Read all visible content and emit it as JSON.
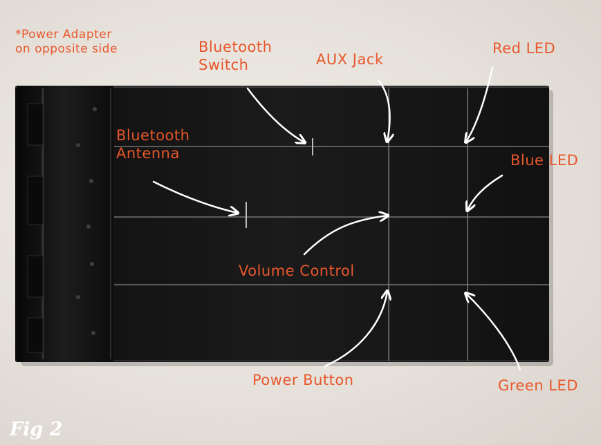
{
  "labels": {
    "power_adapter_line1": "*Power Adapter",
    "power_adapter_line2": "on opposite side",
    "bt_switch_line1": "Bluetooth",
    "bt_switch_line2": "Switch",
    "aux_jack": "AUX Jack",
    "red_led": "Red LED",
    "bt_antenna_line1": "Bluetooth",
    "bt_antenna_line2": "Antenna",
    "blue_led": "Blue LED",
    "volume_control": "Volume Control",
    "power_button": "Power Button",
    "green_led": "Green LED"
  },
  "figure_label": "Fig 2",
  "colors": {
    "annotation": "#e8572b",
    "box": "#141414",
    "guide_lines": "#9a9a9a",
    "arrows": "#ffffff"
  }
}
